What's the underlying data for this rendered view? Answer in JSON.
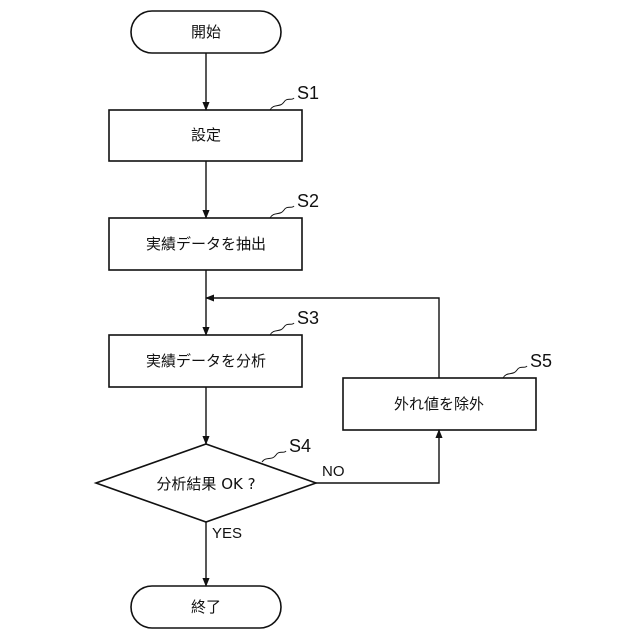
{
  "flowchart": {
    "start": "開始",
    "end": "終了",
    "steps": [
      {
        "id": "S1",
        "text": "設定"
      },
      {
        "id": "S2",
        "text": "実績データを抽出"
      },
      {
        "id": "S3",
        "text": "実績データを分析"
      },
      {
        "id": "S4",
        "text": "分析結果 OK ?"
      },
      {
        "id": "S5",
        "text": "外れ値を除外"
      }
    ],
    "branches": {
      "no": "NO",
      "yes": "YES"
    }
  }
}
